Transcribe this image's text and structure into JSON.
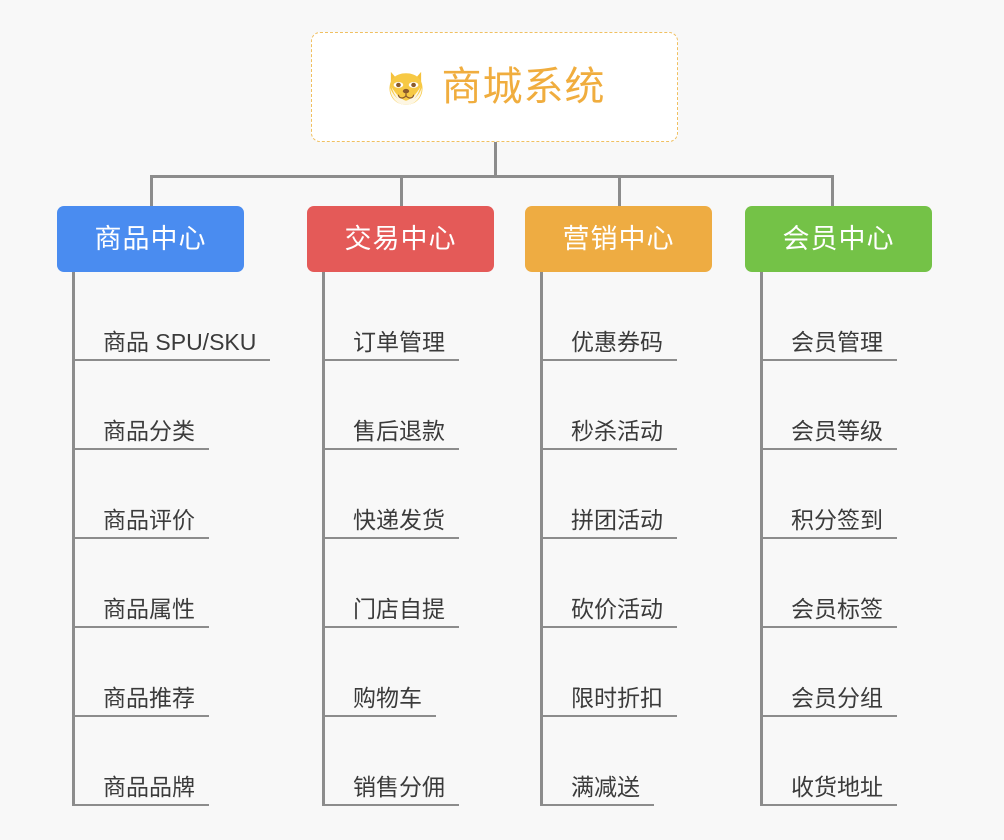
{
  "canvas": {
    "background": "#f8f8f8",
    "connector_color": "#8c8c8c"
  },
  "root": {
    "title": "商城系统",
    "icon": "dog-face-icon",
    "text_color": "#f0ad3e",
    "border_color": "#f0c061",
    "background": "#ffffff"
  },
  "branches": [
    {
      "label": "商品中心",
      "color": "#4a8cf0",
      "items": [
        "商品 SPU/SKU",
        "商品分类",
        "商品评价",
        "商品属性",
        "商品推荐",
        "商品品牌"
      ]
    },
    {
      "label": "交易中心",
      "color": "#e45a58",
      "items": [
        "订单管理",
        "售后退款",
        "快递发货",
        "门店自提",
        "购物车",
        "销售分佣"
      ]
    },
    {
      "label": "营销中心",
      "color": "#eeac42",
      "items": [
        "优惠券码",
        "秒杀活动",
        "拼团活动",
        "砍价活动",
        "限时折扣",
        "满减送"
      ]
    },
    {
      "label": "会员中心",
      "color": "#74c247",
      "items": [
        "会员管理",
        "会员等级",
        "积分签到",
        "会员标签",
        "会员分组",
        "收货地址"
      ]
    }
  ]
}
